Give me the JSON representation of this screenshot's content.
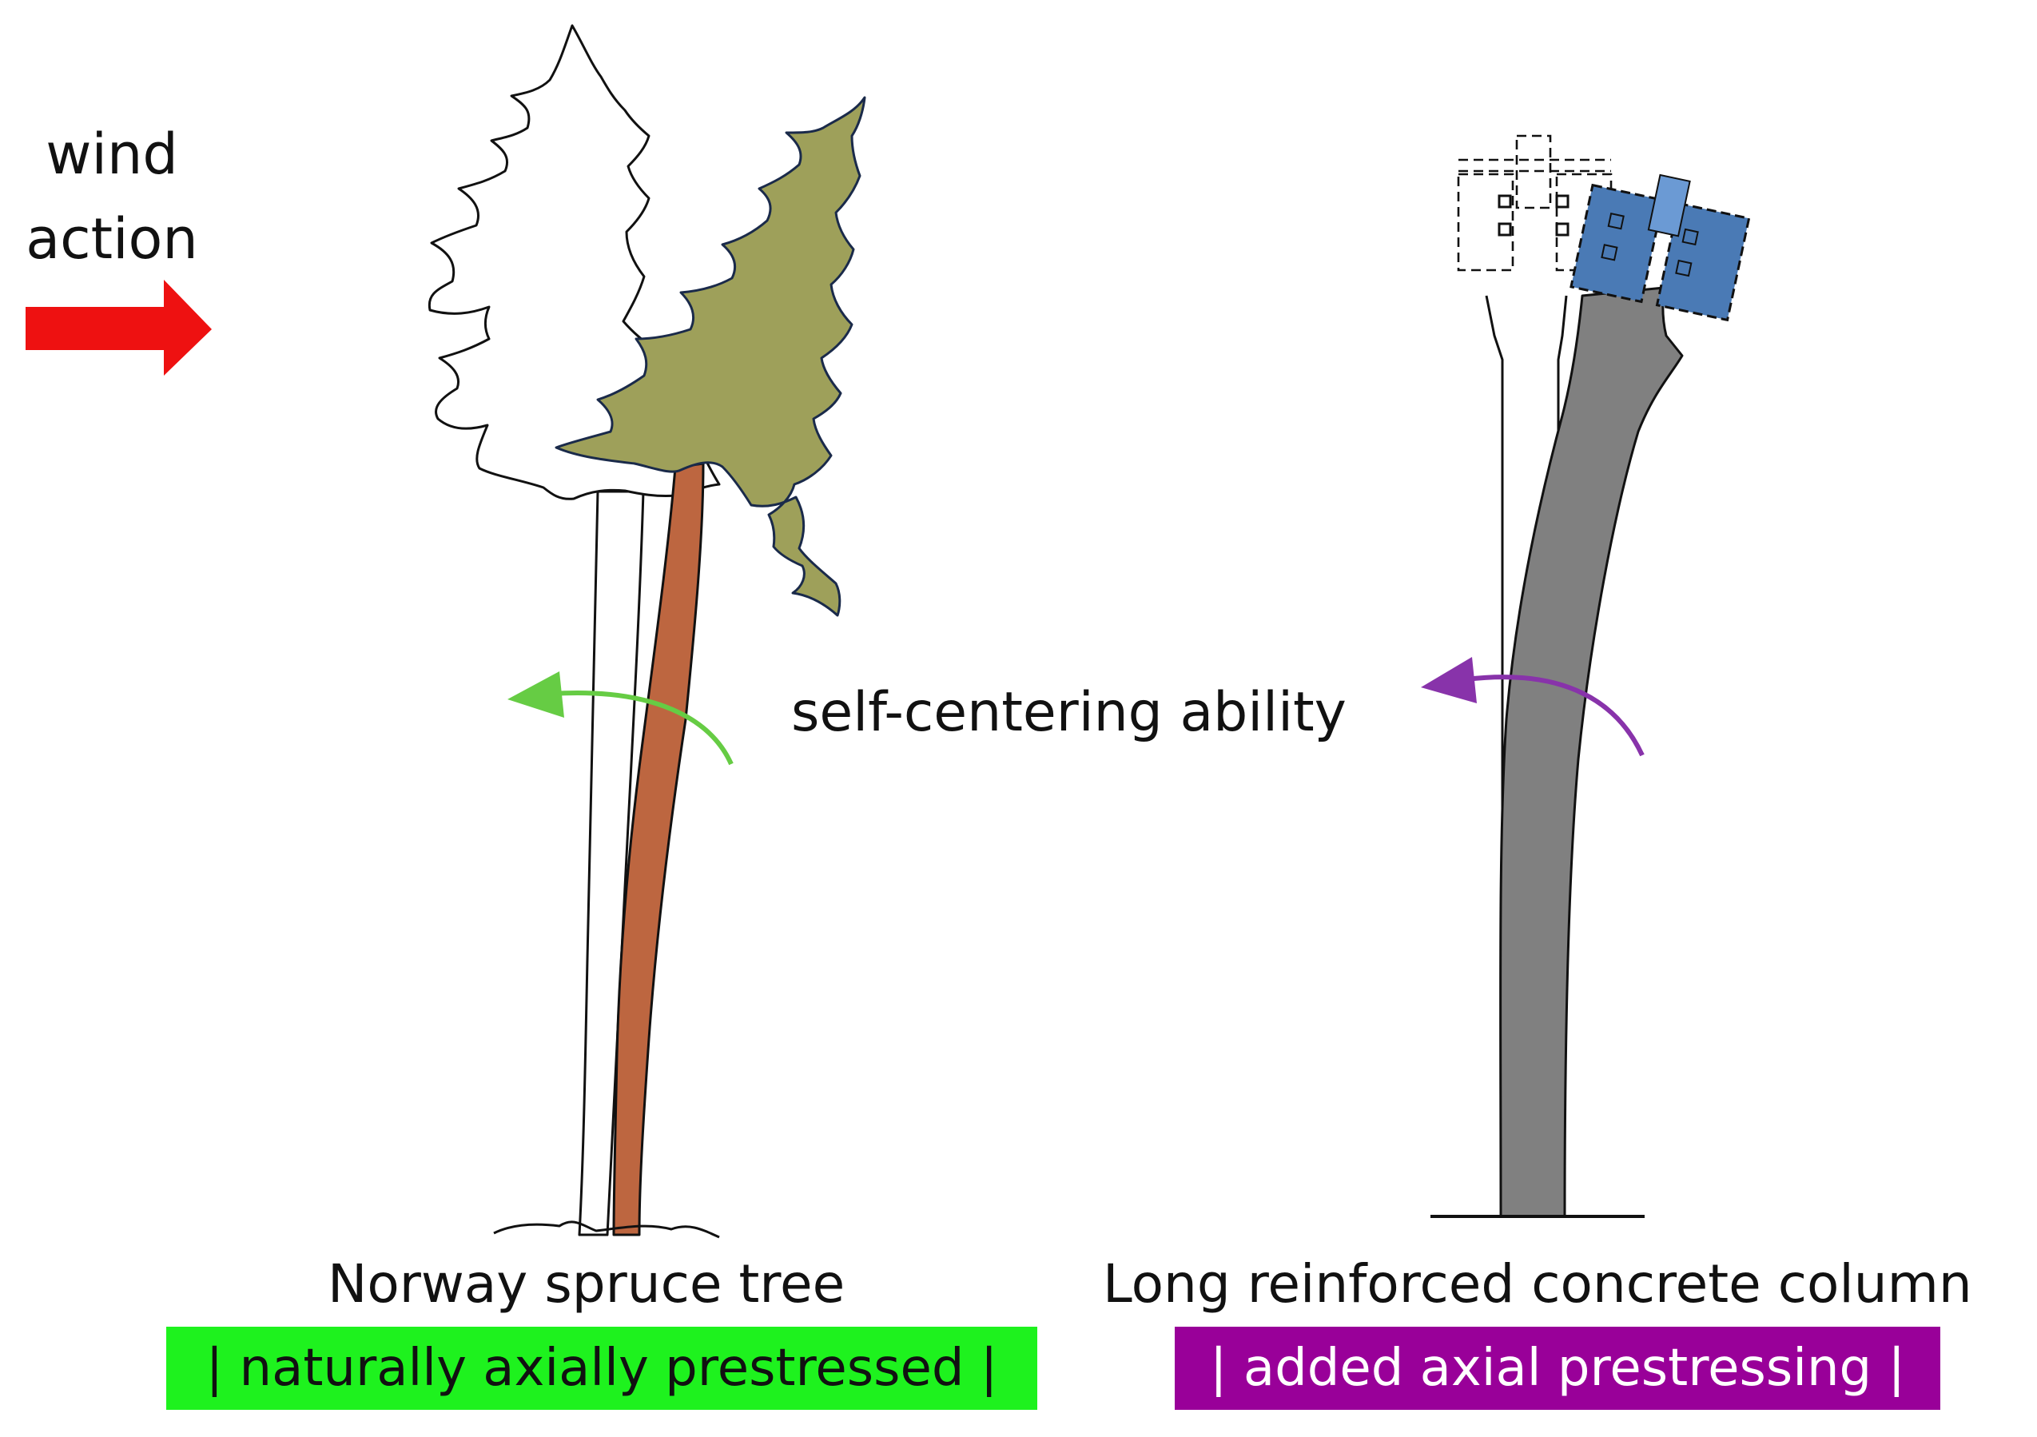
{
  "wind_label": {
    "line1": "wind",
    "line2": "action"
  },
  "center_label": "self-centering ability",
  "tree": {
    "caption": "Norway spruce tree",
    "badge": "| naturally axially prestressed |"
  },
  "column": {
    "caption": "Long reinforced concrete column",
    "badge": "| added axial prestressing |"
  },
  "colors": {
    "wind_arrow": "#ee1111",
    "crown_fill": "#9ea05a",
    "trunk_fill": "#bd6640",
    "green_arrow": "#66cc44",
    "purple_arrow": "#8833aa",
    "column_fill": "#808080",
    "head_fill": "#4a7ab5",
    "tree_badge": "#1ef21e",
    "column_badge": "#990099"
  }
}
